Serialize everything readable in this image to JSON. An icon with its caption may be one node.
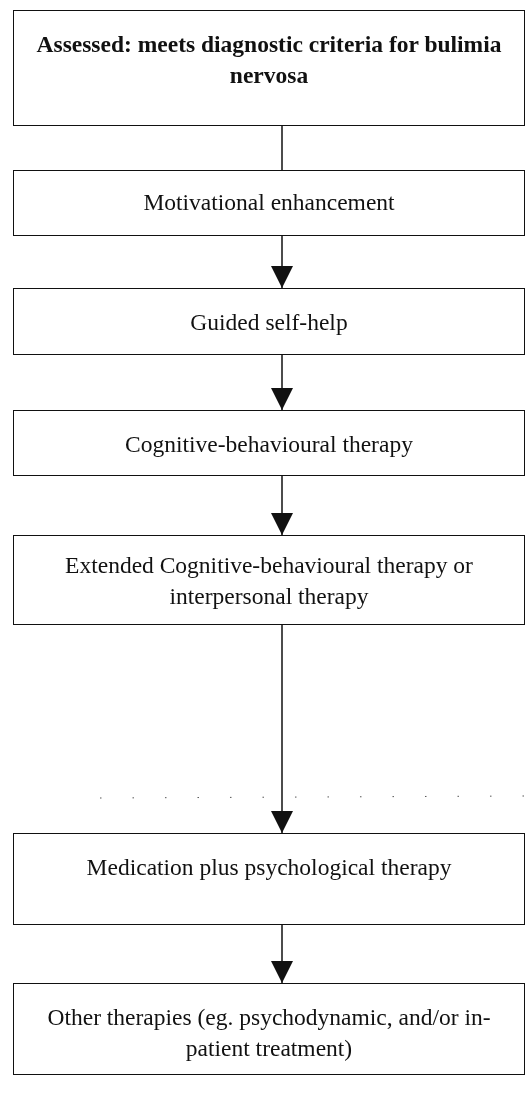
{
  "diagram": {
    "nodes": [
      {
        "text": [
          "Assessed: meets diagnostic criteria for bulimia nervosa"
        ]
      },
      {
        "text": [
          "Motivational enhancement"
        ]
      },
      {
        "text": [
          "Guided self-help"
        ]
      },
      {
        "text": [
          "Cognitive-behavioural therapy"
        ]
      },
      {
        "text": [
          "Extended Cognitive-behavioural therapy or interpersonal therapy"
        ]
      },
      {
        "text": [
          "Medication plus psychological therapy"
        ]
      },
      {
        "text": [
          "Other therapies (eg. psychodynamic, and/or in-patient treatment)"
        ]
      }
    ],
    "edges": [
      {
        "from": 0,
        "to": 1,
        "arrow": "none"
      },
      {
        "from": 1,
        "to": 2,
        "arrow": "to"
      },
      {
        "from": 2,
        "to": 3,
        "arrow": "to"
      },
      {
        "from": 3,
        "to": 4,
        "arrow": "to"
      },
      {
        "from": 4,
        "to": 5,
        "arrow": "to"
      },
      {
        "from": 5,
        "to": 6,
        "arrow": "to"
      }
    ]
  }
}
